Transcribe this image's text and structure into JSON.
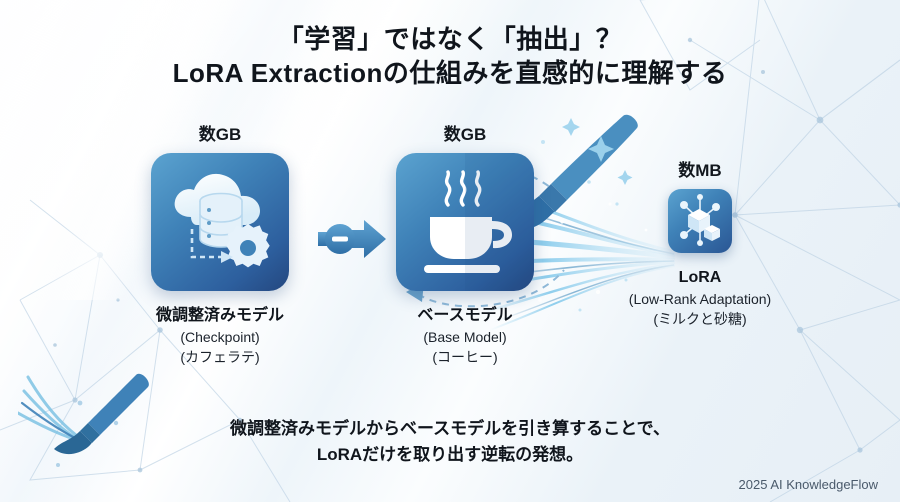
{
  "title": {
    "line1": "「学習」ではなく「抽出」？",
    "line2": "LoRA Extractionの仕組みを直感的に理解する"
  },
  "nodes": [
    {
      "id": "checkpoint",
      "size_label": "数GB",
      "icon": "cloud-database-gear-icon",
      "caption_main": "微調整済みモデル",
      "caption_sub": "(Checkpoint)",
      "caption_sub2": "(カフェラテ)"
    },
    {
      "id": "base-model",
      "size_label": "数GB",
      "icon": "coffee-cup-icon",
      "caption_main": "ベースモデル",
      "caption_sub": "(Base Model)",
      "caption_sub2": "(コーヒー)"
    },
    {
      "id": "lora",
      "size_label": "数MB",
      "icon": "node-graph-cubes-icon",
      "caption_main": "LoRA",
      "caption_sub": "(Low-Rank Adaptation)",
      "caption_sub2": "(ミルクと砂糖)"
    }
  ],
  "operator": {
    "symbol": "minus-arrow-icon",
    "meaning": "subtract"
  },
  "bottom_note": {
    "line1": "微調整済みモデルからベースモデルを引き算することで、",
    "line2": "LoRAだけを取り出す逆転の発想。"
  },
  "footer": {
    "text": "2025 AI KnowledgeFlow"
  },
  "decorations": {
    "brush": "paintbrush-icon",
    "background": "network-constellation-pattern"
  },
  "colors": {
    "tile_light": "#5ba3d0",
    "tile_mid": "#3f82b8",
    "tile_dark": "#24477f",
    "accent": "#2d6fa8",
    "text": "#10151c",
    "background": "#eef4f8"
  }
}
